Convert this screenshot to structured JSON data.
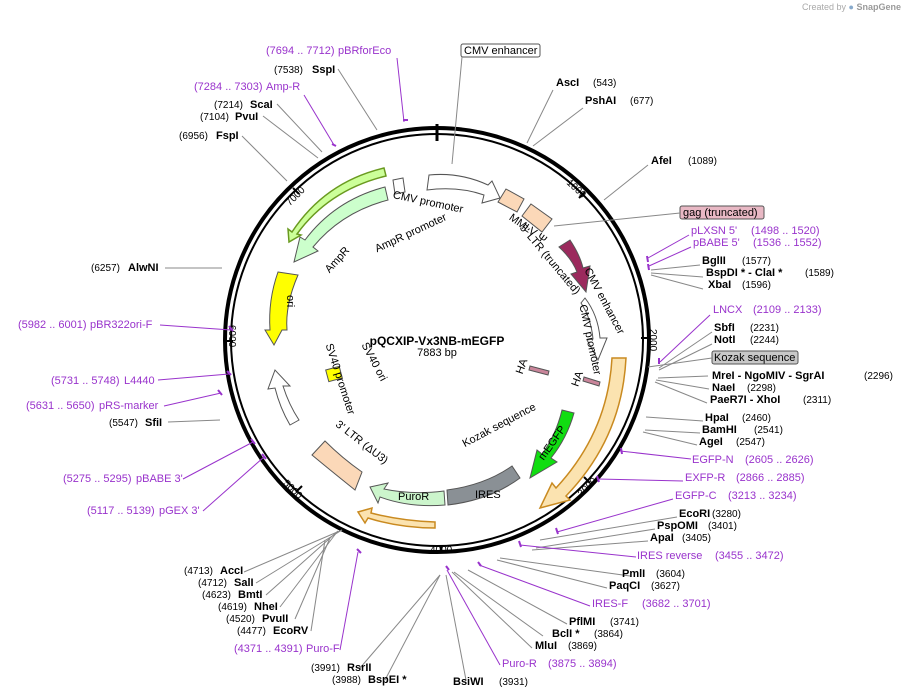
{
  "credit": {
    "prefix": "Created by",
    "brand": "SnapGene"
  },
  "plasmid": {
    "name": "pQCXIP-Vx3NB-mEGFP",
    "size": "7883 bp"
  },
  "ticks": [
    "1000",
    "2000",
    "3000",
    "4000",
    "5000",
    "6000",
    "7000"
  ],
  "features": {
    "cmv_enhancer_inner": "CMV promoter",
    "mmlv": "MMLV Ψ",
    "ltr5": "5' LTR (truncated)",
    "cmv_enh_right": "CMV enhancer",
    "cmv_prom_right": "CMV promoter",
    "ha1": "HA",
    "ha2": "HA",
    "kozak": "Kozak sequence",
    "megfp": "mEGFP",
    "ires": "IRES",
    "puror": "PuroR",
    "ltr3": "3' LTR (ΔU3)",
    "sv40prom": "SV40 promoter",
    "sv40ori": "SV40 ori",
    "ori": "ori",
    "ampr": "AmpR",
    "amprprom": "AmpR promoter"
  },
  "boxed": {
    "cmv_enhancer": "CMV enhancer",
    "gag": "gag (truncated)",
    "kozak": "Kozak sequence"
  },
  "enzymes": [
    {
      "name": "AscI",
      "pos": "(543)"
    },
    {
      "name": "PshAI",
      "pos": "(677)"
    },
    {
      "name": "AfeI",
      "pos": "(1089)"
    },
    {
      "name": "BglII",
      "pos": "(1577)"
    },
    {
      "name": "BspDI * - ClaI *",
      "pos": "(1589)"
    },
    {
      "name": "XbaI",
      "pos": "(1596)"
    },
    {
      "name": "SbfI",
      "pos": "(2231)"
    },
    {
      "name": "NotI",
      "pos": "(2244)"
    },
    {
      "name": "MreI - NgoMIV - SgrAI",
      "pos": "(2296)"
    },
    {
      "name": "NaeI",
      "pos": "(2298)"
    },
    {
      "name": "PaeR7I - XhoI",
      "pos": "(2311)"
    },
    {
      "name": "HpaI",
      "pos": "(2460)"
    },
    {
      "name": "BamHI",
      "pos": "(2541)"
    },
    {
      "name": "AgeI",
      "pos": "(2547)"
    },
    {
      "name": "EcoRI",
      "pos": "(3280)"
    },
    {
      "name": "PspOMI",
      "pos": "(3401)"
    },
    {
      "name": "ApaI",
      "pos": "(3405)"
    },
    {
      "name": "PmlI",
      "pos": "(3604)"
    },
    {
      "name": "PaqCI",
      "pos": "(3627)"
    },
    {
      "name": "PflMI",
      "pos": "(3741)"
    },
    {
      "name": "BclI *",
      "pos": "(3864)"
    },
    {
      "name": "MluI",
      "pos": "(3869)"
    },
    {
      "name": "BsiWI",
      "pos": "(3931)"
    },
    {
      "name": "RsrII",
      "pos": "(3991)"
    },
    {
      "name": "BspEI *",
      "pos": "(3988)"
    },
    {
      "name": "AccI",
      "pos": "(4713)"
    },
    {
      "name": "SalI",
      "pos": "(4712)"
    },
    {
      "name": "BmtI",
      "pos": "(4623)"
    },
    {
      "name": "NheI",
      "pos": "(4619)"
    },
    {
      "name": "PvuII",
      "pos": "(4520)"
    },
    {
      "name": "EcoRV",
      "pos": "(4477)"
    },
    {
      "name": "SfiI",
      "pos": "(5547)"
    },
    {
      "name": "AlwNI",
      "pos": "(6257)"
    },
    {
      "name": "FspI",
      "pos": "(6956)"
    },
    {
      "name": "PvuI",
      "pos": "(7104)"
    },
    {
      "name": "ScaI",
      "pos": "(7214)"
    },
    {
      "name": "SspI",
      "pos": "(7538)"
    }
  ],
  "primers": [
    {
      "name": "pBRforEco",
      "range": "(7694 .. 7712)"
    },
    {
      "name": "Amp-R",
      "range": "(7284 .. 7303)"
    },
    {
      "name": "pLXSN 5'",
      "range": "(1498 .. 1520)"
    },
    {
      "name": "pBABE 5'",
      "range": "(1536 .. 1552)"
    },
    {
      "name": "LNCX",
      "range": "(2109 .. 2133)"
    },
    {
      "name": "EGFP-N",
      "range": "(2605 .. 2626)"
    },
    {
      "name": "EXFP-R",
      "range": "(2866 .. 2885)"
    },
    {
      "name": "EGFP-C",
      "range": "(3213 .. 3234)"
    },
    {
      "name": "IRES reverse",
      "range": "(3455 .. 3472)"
    },
    {
      "name": "IRES-F",
      "range": "(3682 .. 3701)"
    },
    {
      "name": "Puro-R",
      "range": "(3875 .. 3894)"
    },
    {
      "name": "Puro-F",
      "range": "(4371 .. 4391)"
    },
    {
      "name": "pBR322ori-F",
      "range": "(5982 .. 6001)"
    },
    {
      "name": "L4440",
      "range": "(5731 .. 5748)"
    },
    {
      "name": "pRS-marker",
      "range": "(5631 .. 5650)"
    },
    {
      "name": "pBABE 3'",
      "range": "(5275 .. 5295)"
    },
    {
      "name": "pGEX 3'",
      "range": "(5117 .. 5139)"
    }
  ],
  "colors": {
    "ring": "#000000",
    "primer": "#9933cc",
    "cmv": "#ffffff",
    "ltr": "#fbd8b8",
    "cmv_enhancer_arrow": "#9b2a5d",
    "megfp": "#11dd11",
    "ires": "#8a9095",
    "puror": "#ccf5cc",
    "ori": "#ffff00",
    "ampr": "#ccffcc",
    "orf": "#f5b042"
  }
}
